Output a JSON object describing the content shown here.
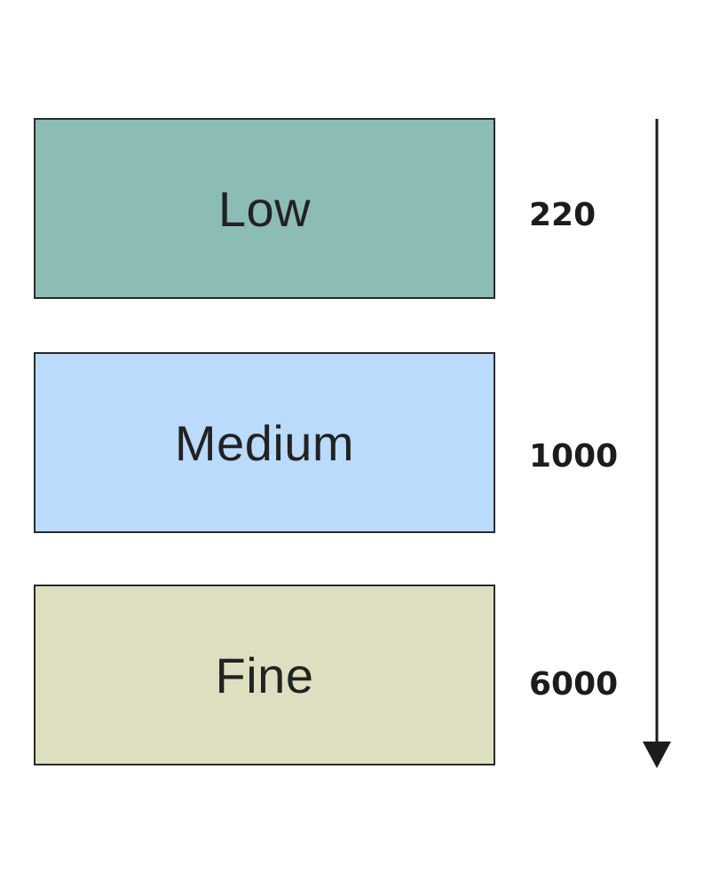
{
  "levels": [
    {
      "label": "Low",
      "value": "220",
      "color": "#8cbcb6"
    },
    {
      "label": "Medium",
      "value": "1000",
      "color": "#badbfb"
    },
    {
      "label": "Fine",
      "value": "6000",
      "color": "#dedfc0"
    }
  ],
  "arrow": {
    "direction": "down",
    "color": "#1c1c1c"
  }
}
